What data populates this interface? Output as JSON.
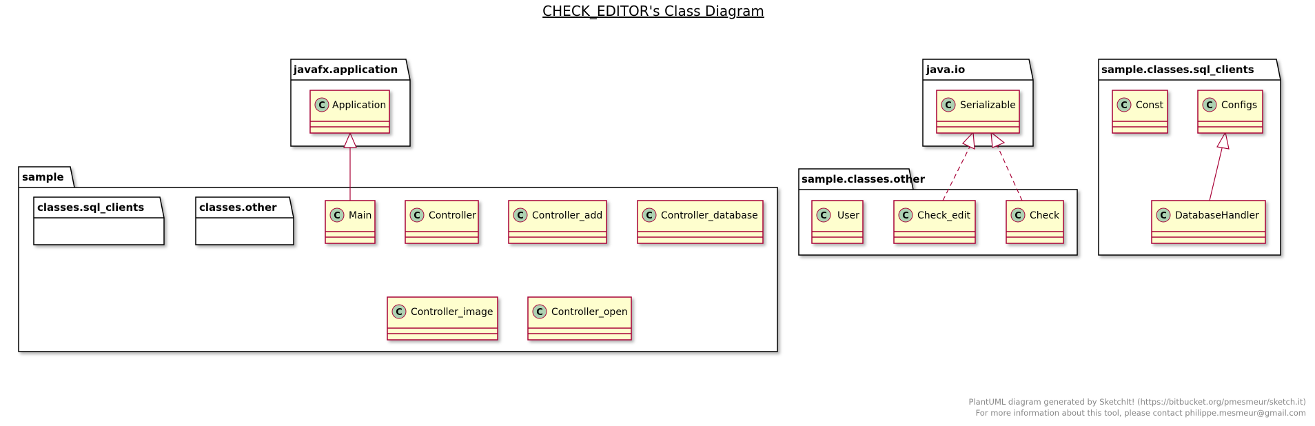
{
  "title": "CHECK_EDITOR's Class Diagram",
  "packages": {
    "javafx_application": "javafx.application",
    "sample": "sample",
    "sample_classes_sql_clients_inner": "classes.sql_clients",
    "sample_classes_other_inner": "classes.other",
    "java_io": "java.io",
    "sample_classes_other": "sample.classes.other",
    "sample_classes_sql_clients": "sample.classes.sql_clients"
  },
  "classes": {
    "application": "Application",
    "main": "Main",
    "controller": "Controller",
    "controller_add": "Controller_add",
    "controller_database": "Controller_database",
    "controller_image": "Controller_image",
    "controller_open": "Controller_open",
    "serializable": "Serializable",
    "user": "User",
    "check_edit": "Check_edit",
    "check": "Check",
    "const": "Const",
    "configs": "Configs",
    "database_handler": "DatabaseHandler"
  },
  "class_stereotype_letter": "C",
  "footer": {
    "line1": "PlantUML diagram generated by SketchIt! (https://bitbucket.org/pmesmeur/sketch.it)",
    "line2": "For more information about this tool, please contact philippe.mesmeur@gmail.com"
  },
  "colors": {
    "class_fill": "#FEFECE",
    "class_border": "#A80036",
    "circle_fill": "#ADD1B2",
    "edge": "#A80036",
    "package_fill": "#FFFFFF",
    "package_border": "#000000",
    "footer_text": "#888888"
  }
}
